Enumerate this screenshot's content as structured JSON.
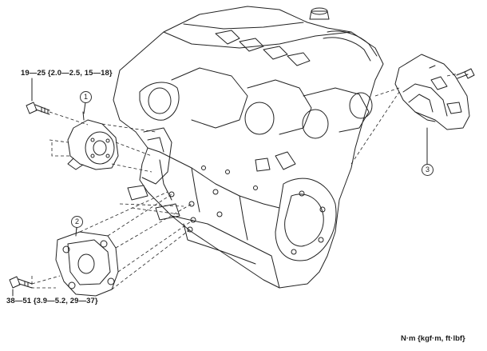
{
  "torque_specs": {
    "upper_bolt": "19—25 {2.0—2.5, 15—18}",
    "lower_bolt": "38—51 {3.9—5.2, 29—37}"
  },
  "callouts": [
    "1",
    "2",
    "3"
  ],
  "unit_note": "N·m {kgf·m, ft·lbf}"
}
